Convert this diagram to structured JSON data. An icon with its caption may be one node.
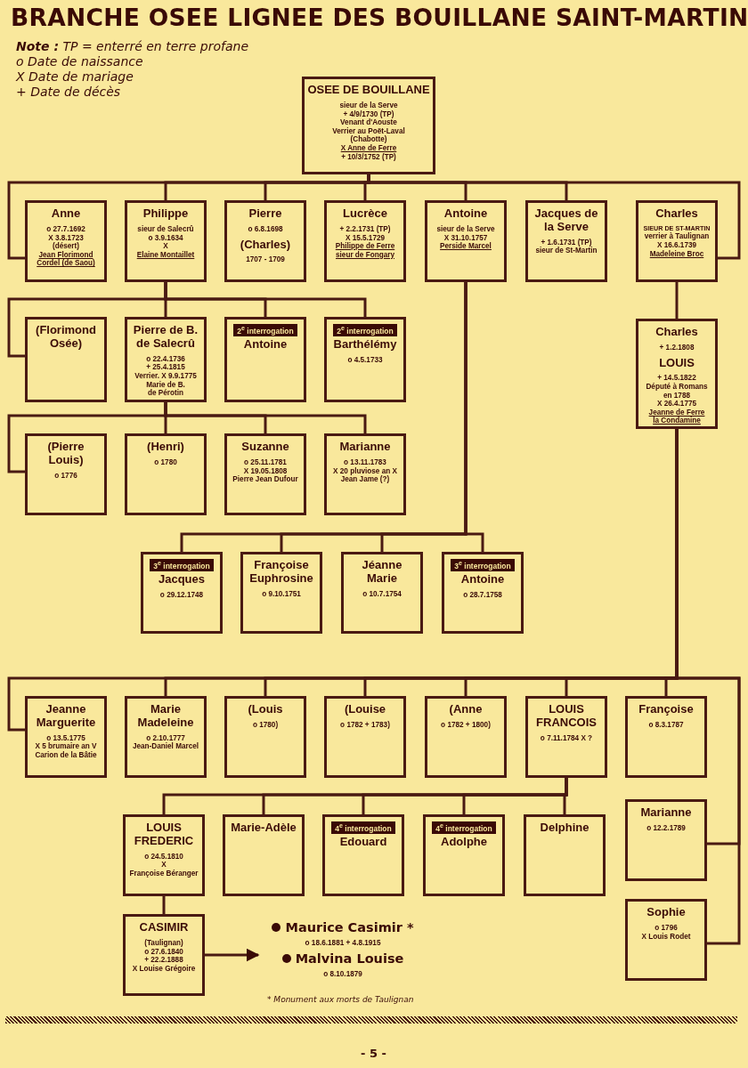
{
  "diagram": {
    "title": "BRANCHE OSEE LIGNEE DES BOUILLANE SAINT-MARTIN",
    "nodes": [
      {
        "text": [
          "OSEE DE BOUILLANE",
          "sieur de la Serve",
          "+ 4/9/1730 (TP)",
          "Venant d'Aouste",
          "Verrier au Poët-Laval",
          "(Chabotte)",
          "X Anne de Ferre",
          "+ 10/3/1752 (TP)"
        ]
      },
      {
        "text": [
          "Anne",
          "o 27.7.1692",
          "X 3.8.1723",
          "(désert)",
          "Jean Florimond",
          "Cordel (de Saou)"
        ]
      },
      {
        "text": [
          "Philippe",
          "sieur de Salecrû",
          "o 3.9.1634",
          "X",
          "Elaine Montaillet"
        ]
      },
      {
        "text": [
          "Pierre",
          "o 6.8.1698",
          "(Charles)",
          "1707 - 1709"
        ]
      },
      {
        "text": [
          "Lucrèce",
          "+ 2.2.1731 (TP)",
          "X 15.5.1729",
          "Philippe de Ferre",
          "sieur de Fongary"
        ]
      },
      {
        "text": [
          "Antoine",
          "sieur de la Serve",
          "X 31.10.1757",
          "Perside Marcel"
        ]
      },
      {
        "text": [
          "Jacques de la Serve",
          "+ 1.6.1731 (TP)",
          "sieur de St-Martin"
        ]
      },
      {
        "text": [
          "Charles",
          "SIEUR DE ST-MARTIN",
          "verrier à Taulignan",
          "X 16.6.1739",
          "Madeleine Broc"
        ]
      },
      {
        "text": [
          "(Florimond Osée)"
        ]
      },
      {
        "text": [
          "Pierre de B. de Salecrû",
          "o 22.4.1736",
          "+ 25.4.1815",
          "Verrier. X 9.9.1775",
          "Marie de B.",
          "de Pérotin"
        ]
      },
      {
        "text": [
          "2$^{e}$ interrogation",
          "Antoine"
        ]
      },
      {
        "text": [
          "2$^{e}$ interrogation",
          "Barthélémy",
          "o 4.5.1733"
        ]
      },
      {
        "text": [
          "Charles",
          "+ 1.2.1808",
          "LOUIS",
          "+ 14.5.1822",
          "Député à Romans en 1788",
          "X 26.4.1775",
          "Jeanne de Ferre",
          "la Condamine"
        ]
      },
      {
        "text": [
          "(Pierre Louis)",
          "o 1776"
        ]
      },
      {
        "text": [
          "(Henri)",
          "o 1780"
        ]
      },
      {
        "text": [
          "Suzanne",
          "o 25.11.1781",
          "X 19.05.1808",
          "Pierre Jean Dufour"
        ]
      },
      {
        "text": [
          "Marianne",
          "o 13.11.1783",
          "X 20 pluviose an X",
          "Jean Jame (?)"
        ]
      },
      {
        "text": [
          "3$^{e}$ interrogation",
          "Jacques",
          "o 29.12.1748"
        ]
      },
      {
        "text": [
          "Françoise Euphrosine",
          "o 9.10.1751"
        ]
      },
      {
        "text": [
          "Jéanne Marie",
          "o 10.7.1754"
        ]
      },
      {
        "text": [
          "3$^{e}$ interrogation",
          "Antoine",
          "o 28.7.1758"
        ]
      },
      {
        "text": [
          "Jeanne Marguerite",
          "o 13.5.1775",
          "X 5 brumaire an V",
          "Carion de la Bâtie"
        ]
      },
      {
        "text": [
          "Marie Madeleine",
          "o 2.10.1777",
          "Jean-Daniel Marcel"
        ]
      },
      {
        "text": [
          "(Louis",
          "o 1780)"
        ]
      },
      {
        "text": [
          "(Louise",
          "o 1782 + 1783)"
        ]
      },
      {
        "text": [
          "(Anne",
          "o 1782 + 1800)"
        ]
      },
      {
        "text": [
          "LOUIS FRANCOIS",
          "o 7.11.1784 X ?"
        ]
      },
      {
        "text": [
          "Françoise",
          "o 8.3.1787"
        ]
      },
      {
        "text": [
          "LOUIS FREDERIC",
          "o 24.5.1810",
          "X",
          "Françoise Béranger"
        ]
      },
      {
        "text": [
          "Marie-Adèle"
        ]
      },
      {
        "text": [
          "4$^{e}$ interrogation",
          "Edouard"
        ]
      },
      {
        "text": [
          "4$^{e}$ interrogation",
          "Adolphe"
        ]
      },
      {
        "text": [
          "Delphine"
        ]
      },
      {
        "text": [
          "Marianne",
          "o 12.2.1789"
        ]
      },
      {
        "text": [
          "CASIMIR",
          "(Taulignan)",
          "o 27.6.1840",
          "+ 22.2.1888",
          "X Louise Grégoire"
        ]
      },
      {
        "text": [
          "Maurice Casimir *",
          "o 18.6.1881 + 4.8.1915",
          "Malvina Louise",
          "o 8.10.1879"
        ]
      },
      {
        "text": [
          "Sophie",
          "o 1796",
          "X Louis Rodet"
        ]
      }
    ],
    "edges": [
      {
        "from": 0,
        "to": 1,
        "arrow": "none"
      },
      {
        "from": 0,
        "to": 2,
        "arrow": "none"
      },
      {
        "from": 0,
        "to": 3,
        "arrow": "none"
      },
      {
        "from": 0,
        "to": 4,
        "arrow": "none"
      },
      {
        "from": 0,
        "to": 5,
        "arrow": "none"
      },
      {
        "from": 0,
        "to": 6,
        "arrow": "none"
      },
      {
        "from": 0,
        "to": 7,
        "arrow": "none"
      },
      {
        "from": 2,
        "to": 8,
        "arrow": "none"
      },
      {
        "from": 2,
        "to": 9,
        "arrow": "none"
      },
      {
        "from": 2,
        "to": 10,
        "arrow": "none"
      },
      {
        "from": 2,
        "to": 11,
        "arrow": "none"
      },
      {
        "from": 5,
        "to": 17,
        "arrow": "none"
      },
      {
        "from": 5,
        "to": 18,
        "arrow": "none"
      },
      {
        "from": 5,
        "to": 19,
        "arrow": "none"
      },
      {
        "from": 5,
        "to": 20,
        "arrow": "none"
      },
      {
        "from": 7,
        "to": 12,
        "arrow": "none"
      },
      {
        "from": 9,
        "to": 13,
        "arrow": "none"
      },
      {
        "from": 9,
        "to": 14,
        "arrow": "none"
      },
      {
        "from": 9,
        "to": 15,
        "arrow": "none"
      },
      {
        "from": 9,
        "to": 16,
        "arrow": "none"
      },
      {
        "from": 12,
        "to": 21,
        "arrow": "none"
      },
      {
        "from": 12,
        "to": 22,
        "arrow": "none"
      },
      {
        "from": 12,
        "to": 23,
        "arrow": "none"
      },
      {
        "from": 12,
        "to": 24,
        "arrow": "none"
      },
      {
        "from": 12,
        "to": 25,
        "arrow": "none"
      },
      {
        "from": 12,
        "to": 26,
        "arrow": "none"
      },
      {
        "from": 12,
        "to": 27,
        "arrow": "none"
      },
      {
        "from": 12,
        "to": 33,
        "arrow": "none"
      },
      {
        "from": 12,
        "to": 36,
        "arrow": "none"
      },
      {
        "from": 26,
        "to": 28,
        "arrow": "none"
      },
      {
        "from": 26,
        "to": 29,
        "arrow": "none"
      },
      {
        "from": 26,
        "to": 30,
        "arrow": "none"
      },
      {
        "from": 26,
        "to": 31,
        "arrow": "none"
      },
      {
        "from": 26,
        "to": 32,
        "arrow": "none"
      },
      {
        "from": 28,
        "to": 34,
        "arrow": "none"
      },
      {
        "from": 34,
        "to": 35,
        "arrow": "to"
      }
    ],
    "labels": [
      "**Note :** TP = enterré en terre profane",
      "o Date de naissance",
      "X Date de mariage",
      "+ Date de décès",
      "* Monument aux morts de Taulignan",
      "- 5 -"
    ]
  }
}
